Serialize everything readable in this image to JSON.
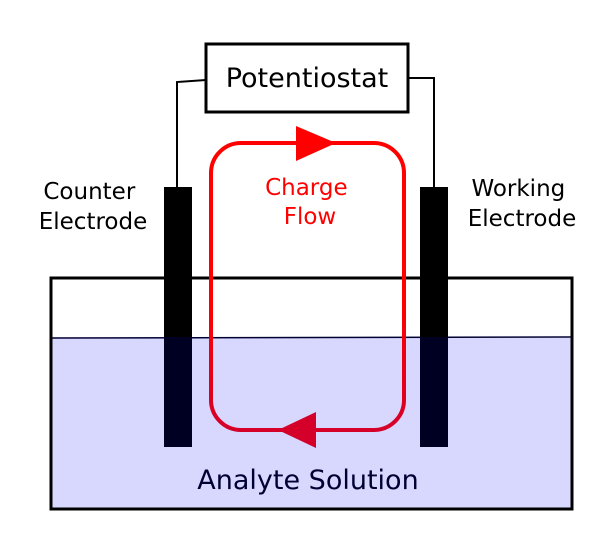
{
  "potentiostat": {
    "label": "Potentiostat"
  },
  "counter_electrode": {
    "line1": "Counter",
    "line2": "Electrode"
  },
  "working_electrode": {
    "line1": "Working",
    "line2": "Electrode"
  },
  "charge_flow": {
    "line1": "Charge",
    "line2": "Flow",
    "color": "#ff0000",
    "lower_color": "#d4002a"
  },
  "solution": {
    "label": "Analyte Solution",
    "fill_color": "#d8d8ff",
    "text_color": "#000033"
  },
  "colors": {
    "electrode_above": "#000000",
    "electrode_submerged": "#000022",
    "outline": "#000000"
  }
}
